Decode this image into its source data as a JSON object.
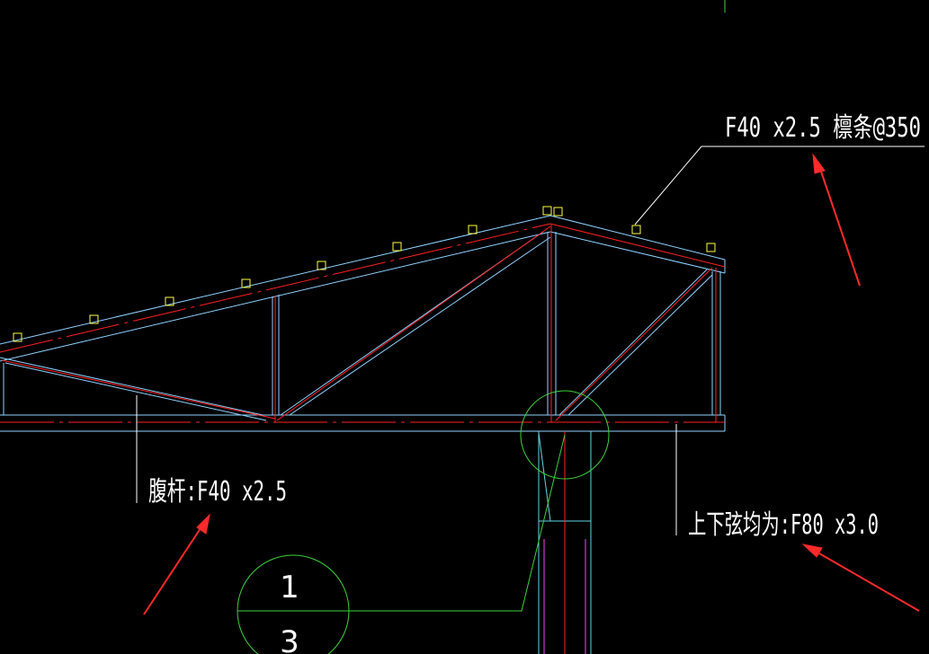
{
  "annotations": {
    "purlin": "F40 x2.5 檩条@350",
    "web_member": "腹杆:F40 x2.5",
    "chords": "上下弦均为:F80 x3.0"
  },
  "detail_bubble": {
    "number": "1",
    "sheet": "3"
  },
  "colors": {
    "background": "#000000",
    "member_outline": "#8fd3ff",
    "centerline": "#ff2020",
    "purlin": "#ffff40",
    "leader": "#ffffff",
    "detail_circle": "#3cd23c",
    "column": "#5fd6e6",
    "column_inner": "#ff40ff",
    "arrow": "#ff2a2a"
  }
}
